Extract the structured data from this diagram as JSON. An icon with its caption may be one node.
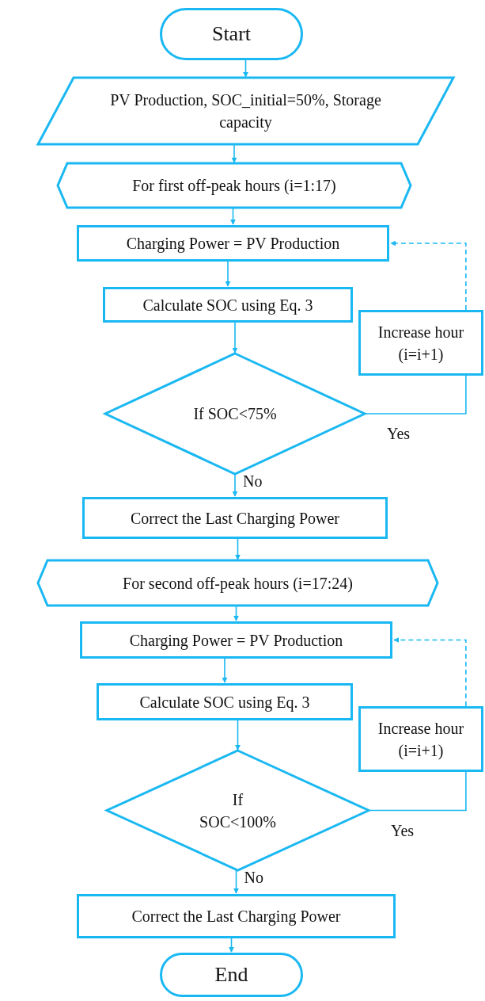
{
  "diagram": {
    "nodes": [
      {
        "text": [
          "Start"
        ]
      },
      {
        "text": [
          "PV Production, SOC_initial=50%, Storage capacity"
        ]
      },
      {
        "text": [
          "For first off-peak hours (i=1:17)"
        ]
      },
      {
        "text": [
          "Charging Power = PV Production"
        ]
      },
      {
        "text": [
          "Calculate SOC using Eq. 3"
        ]
      },
      {
        "text": [
          "If SOC<75%"
        ]
      },
      {
        "text": [
          "Increase hour (i=i+1)"
        ]
      },
      {
        "text": [
          "Correct the Last Charging Power"
        ]
      },
      {
        "text": [
          "For second off-peak hours (i=17:24)"
        ]
      },
      {
        "text": [
          "Charging Power = PV Production"
        ]
      },
      {
        "text": [
          "Calculate SOC using Eq. 3"
        ]
      },
      {
        "text": [
          "If SOC<100%"
        ]
      },
      {
        "text": [
          "Increase hour (i=i+1)"
        ]
      },
      {
        "text": [
          "Correct the Last Charging Power"
        ]
      },
      {
        "text": [
          "End"
        ]
      }
    ],
    "edges": [
      {
        "from": 0,
        "to": 1,
        "arrow": "to"
      },
      {
        "from": 1,
        "to": 2,
        "arrow": "to"
      },
      {
        "from": 2,
        "to": 3,
        "arrow": "to"
      },
      {
        "from": 3,
        "to": 4,
        "arrow": "to"
      },
      {
        "from": 4,
        "to": 5,
        "arrow": "to"
      },
      {
        "from": 5,
        "to": 6,
        "arrow": "none",
        "label": "Yes"
      },
      {
        "from": 6,
        "to": 3,
        "arrow": "to",
        "style": "dashed"
      },
      {
        "from": 5,
        "to": 7,
        "arrow": "to",
        "label": "No"
      },
      {
        "from": 7,
        "to": 8,
        "arrow": "to"
      },
      {
        "from": 8,
        "to": 9,
        "arrow": "to"
      },
      {
        "from": 9,
        "to": 10,
        "arrow": "to"
      },
      {
        "from": 10,
        "to": 11,
        "arrow": "to"
      },
      {
        "from": 11,
        "to": 12,
        "arrow": "none",
        "label": "Yes"
      },
      {
        "from": 12,
        "to": 9,
        "arrow": "to",
        "style": "dashed"
      },
      {
        "from": 11,
        "to": 13,
        "arrow": "to",
        "label": "No"
      },
      {
        "from": 13,
        "to": 14,
        "arrow": "to"
      }
    ]
  }
}
